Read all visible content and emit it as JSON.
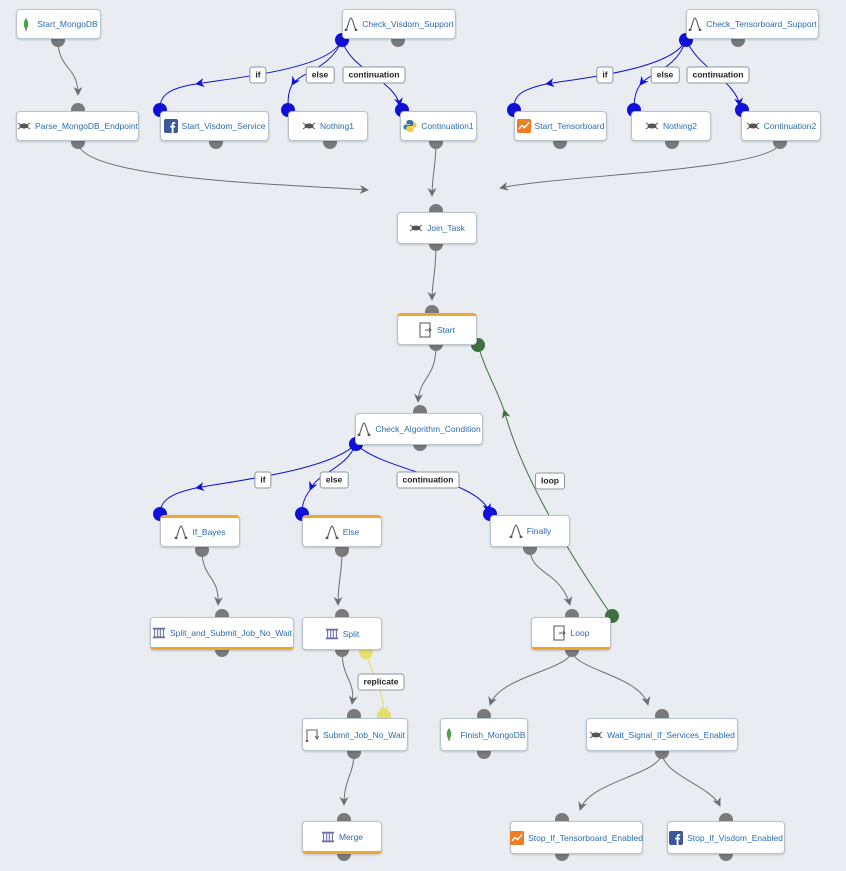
{
  "colors": {
    "branch": "#1010d8",
    "flow": "#6e6e6e",
    "loop": "#3f7040",
    "replicate": "#e3e070",
    "accent": "#f0a630"
  },
  "nodes": {
    "start_mongodb": {
      "label": "Start_MongoDB",
      "icon": "mongodb-leaf-icon"
    },
    "check_visdom": {
      "label": "Check_Visdom_Support",
      "icon": "condition-icon"
    },
    "check_tensorboard": {
      "label": "Check_Tensorboard_Support",
      "icon": "condition-icon"
    },
    "parse_mongodb": {
      "label": "Parse_MongoDB_Endpoint",
      "icon": "task-icon"
    },
    "start_visdom": {
      "label": "Start_Visdom_Service",
      "icon": "facebook-icon"
    },
    "nothing1": {
      "label": "Nothing1",
      "icon": "task-icon"
    },
    "continuation1": {
      "label": "Continuation1",
      "icon": "python-icon"
    },
    "start_tensorboard": {
      "label": "Start_Tensorboard",
      "icon": "tensorboard-icon"
    },
    "nothing2": {
      "label": "Nothing2",
      "icon": "task-icon"
    },
    "continuation2": {
      "label": "Continuation2",
      "icon": "task-icon"
    },
    "join_task": {
      "label": "Join_Task",
      "icon": "task-icon"
    },
    "start": {
      "label": "Start",
      "icon": "loop-icon"
    },
    "check_algorithm": {
      "label": "Check_Algorithm_Condition",
      "icon": "condition-icon"
    },
    "if_bayes": {
      "label": "If_Bayes",
      "icon": "condition-icon"
    },
    "else_node": {
      "label": "Else",
      "icon": "condition-icon"
    },
    "finally_node": {
      "label": "Finally",
      "icon": "condition-icon"
    },
    "split_submit": {
      "label": "Split_and_Submit_Job_No_Wait",
      "icon": "split-icon"
    },
    "split": {
      "label": "Split",
      "icon": "split-icon"
    },
    "loop": {
      "label": "Loop",
      "icon": "loop-icon"
    },
    "submit_job": {
      "label": "Submit_Job_No_Wait",
      "icon": "replicate-icon"
    },
    "finish_mongodb": {
      "label": "Finish_MongoDB",
      "icon": "mongodb-leaf-icon"
    },
    "wait_signal": {
      "label": "Wait_Signal_If_Services_Enabled",
      "icon": "task-icon"
    },
    "merge": {
      "label": "Merge",
      "icon": "split-icon"
    },
    "stop_tensorboard": {
      "label": "Stop_If_Tensorboard_Enabled",
      "icon": "tensorboard-icon"
    },
    "stop_visdom": {
      "label": "Stop_If_Visdom_Enabled",
      "icon": "facebook-icon"
    }
  },
  "edge_labels": {
    "if_1": "if",
    "else_1": "else",
    "continuation_1": "continuation",
    "if_2": "if",
    "else_2": "else",
    "continuation_2": "continuation",
    "if_3": "if",
    "else_3": "else",
    "continuation_3": "continuation",
    "loop": "loop",
    "replicate": "replicate"
  }
}
